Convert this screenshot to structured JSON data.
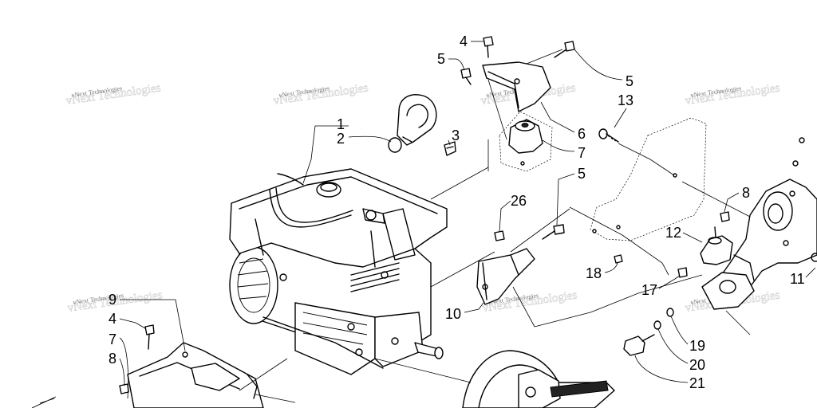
{
  "watermark": {
    "text": "vNext Technologies"
  },
  "callouts": {
    "c1": "1",
    "c2": "2",
    "c3": "3",
    "c4a": "4",
    "c5a": "5",
    "c5b": "5",
    "c6": "6",
    "c7a": "7",
    "c13": "13",
    "c5c": "5",
    "c26": "26",
    "c8a": "8",
    "c12": "12",
    "c18": "18",
    "c11": "11",
    "c17": "17",
    "c10": "10",
    "c9": "9",
    "c4b": "4",
    "c7b": "7",
    "c8b": "8",
    "c19": "19",
    "c20": "20",
    "c21": "21"
  },
  "colors": {
    "ink": "#000000",
    "background": "#ffffff",
    "watermark": "#777777"
  }
}
